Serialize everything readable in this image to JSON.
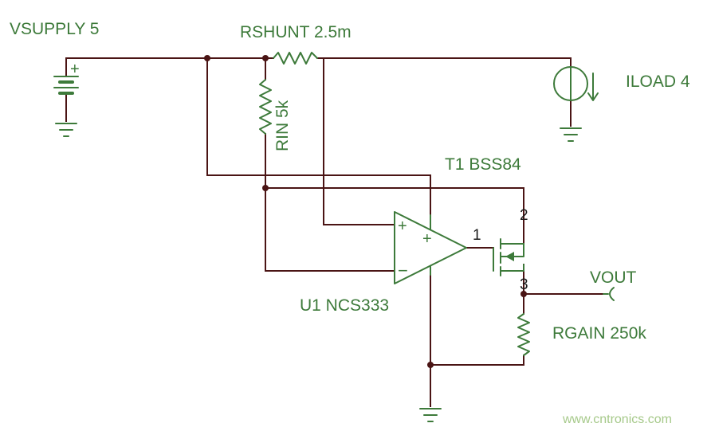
{
  "labels": {
    "vsupply": "VSUPPLY 5",
    "rshunt": "RSHUNT 2.5m",
    "rin": "RIN 5k",
    "iload": "ILOAD 4",
    "t1": "T1 BSS84",
    "u1": "U1 NCS333",
    "vout": "VOUT",
    "rgain": "RGAIN 250k"
  },
  "pins": {
    "opamp_out": "1",
    "fet_source": "2",
    "fet_drain": "3",
    "opamp_plus_in": "+",
    "opamp_minus_in": "−",
    "opamp_supply": "+",
    "battery_plus": "+"
  },
  "watermark": "www.cntronics.com",
  "colors": {
    "wire": "#4a1414",
    "component": "#3d7a3a",
    "label": "#3d7a3a",
    "pin_number": "#1a1a1a",
    "watermark": "#a6c98a"
  }
}
